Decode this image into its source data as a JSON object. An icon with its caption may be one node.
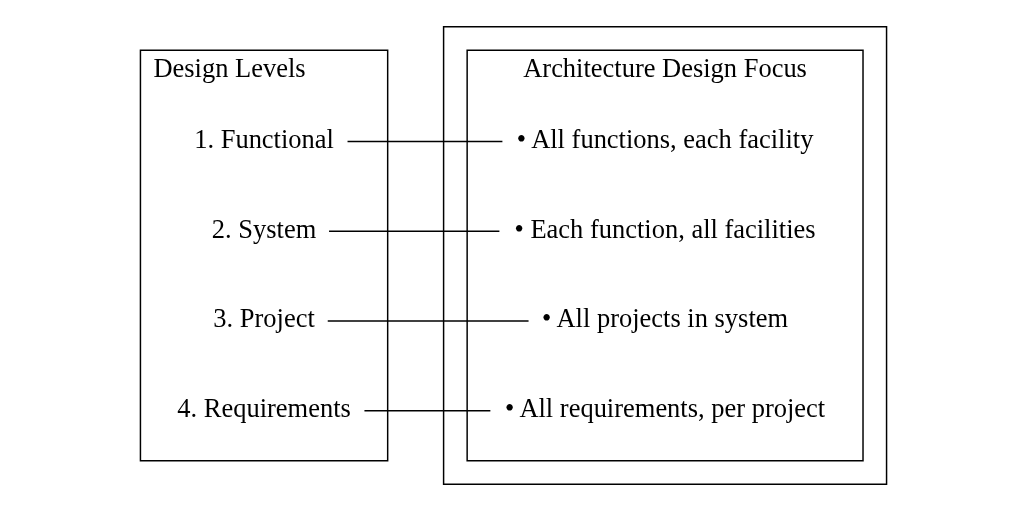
{
  "diagram": {
    "nodes": [
      {
        "text": [
          "Design Levels"
        ]
      },
      {
        "text": [
          "1. Functional"
        ],
        "in": 0
      },
      {
        "text": [
          "2. System"
        ],
        "in": 0
      },
      {
        "text": [
          "3. Project"
        ],
        "in": 0
      },
      {
        "text": [
          "4. Requirements"
        ],
        "in": 0
      },
      {
        "text": [],
        "shape": "box"
      },
      {
        "text": [
          "Architecture Design Focus"
        ],
        "in": 5
      },
      {
        "text": [
          "• All functions, each facility"
        ],
        "in": 6
      },
      {
        "text": [
          "• Each function, all facilities"
        ],
        "in": 6
      },
      {
        "text": [
          "• All projects in system"
        ],
        "in": 6
      },
      {
        "text": [
          "• All requirements, per project"
        ],
        "in": 6
      }
    ],
    "edges": [
      {
        "from": 1,
        "to": 7,
        "arrow": "none"
      },
      {
        "from": 2,
        "to": 8,
        "arrow": "none"
      },
      {
        "from": 3,
        "to": 9,
        "arrow": "none"
      },
      {
        "from": 4,
        "to": 10,
        "arrow": "none"
      }
    ]
  }
}
